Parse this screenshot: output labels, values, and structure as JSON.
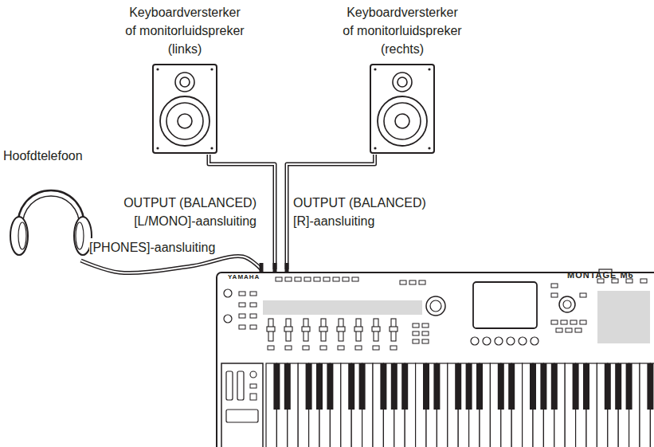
{
  "diagram": {
    "nodes": [
      {
        "text": [
          "Keyboardversterker of monitorluidspreker (links)"
        ]
      },
      {
        "text": [
          "Keyboardversterker of monitorluidspreker (rechts)"
        ]
      },
      {
        "text": [
          "Hoofdtelefoon"
        ]
      },
      {
        "text": [
          "YAMAHA",
          "MONTAGE M6"
        ]
      }
    ],
    "edges": [
      {
        "from": 0,
        "to": 3,
        "label": "OUTPUT (BALANCED) [L/MONO]-aansluiting",
        "arrow": "none"
      },
      {
        "from": 1,
        "to": 3,
        "label": "OUTPUT (BALANCED) [R]-aansluiting",
        "arrow": "none"
      },
      {
        "from": 2,
        "to": 3,
        "label": "[PHONES]-aansluiting",
        "arrow": "none"
      }
    ]
  }
}
